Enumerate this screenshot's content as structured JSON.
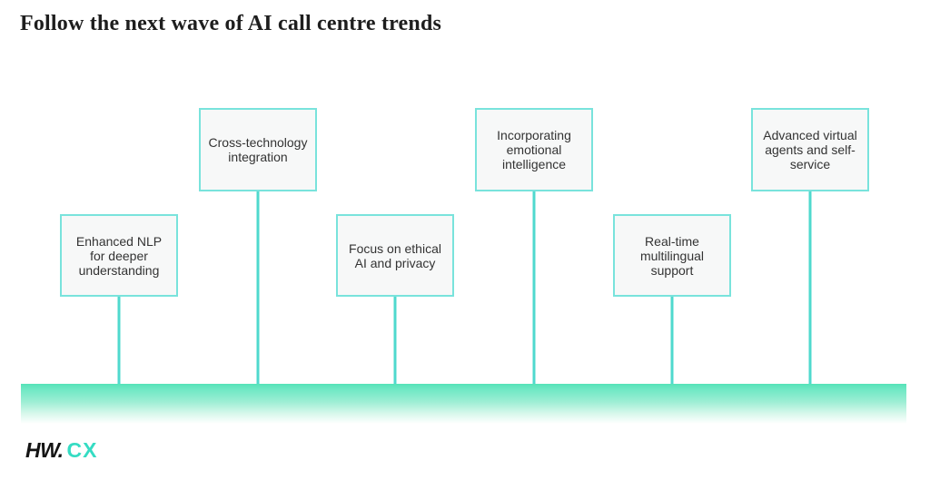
{
  "title": "Follow the next wave of AI call centre trends",
  "diagram": {
    "type": "timeline-signpost",
    "milestones": [
      {
        "label": "Enhanced NLP for deeper understanding"
      },
      {
        "label": "Cross-technology integration"
      },
      {
        "label": "Focus on ethical AI and privacy"
      },
      {
        "label": "Incorporating emotional intelligence"
      },
      {
        "label": "Real-time multilingual support"
      },
      {
        "label": "Advanced virtual agents and self-service"
      }
    ]
  },
  "logo": {
    "primary": "HW.",
    "secondary": "CX"
  },
  "colors": {
    "card_border": "#79e3dc",
    "card_background": "#f7f8f8",
    "stem": "#4fd9ce",
    "baseline_gradient_top": "#55e2b8",
    "baseline_gradient_bottom": "#ffffff",
    "title_text": "#1e1e1e",
    "card_text": "#333333",
    "logo_primary": "#141414",
    "logo_secondary": "#35dcc3"
  }
}
